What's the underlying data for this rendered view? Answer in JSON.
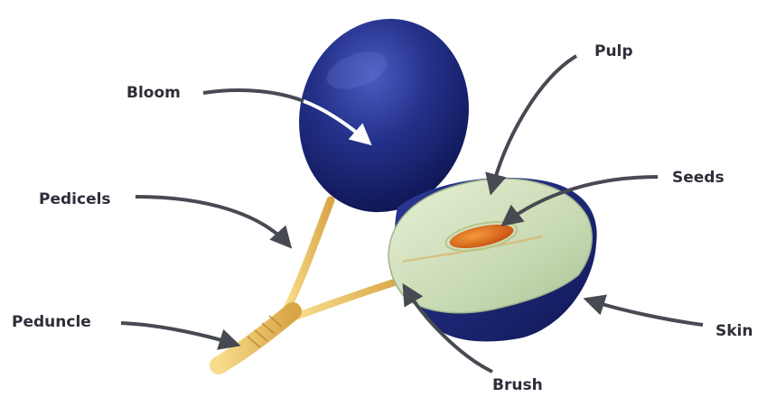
{
  "diagram": {
    "labels": {
      "bloom": "Bloom",
      "pedicels": "Pedicels",
      "peduncle": "Peduncle",
      "pulp": "Pulp",
      "seeds": "Seeds",
      "skin": "Skin",
      "brush": "Brush"
    },
    "colors": {
      "skin": "#1b2470",
      "skin_highlight": "#3d4fb0",
      "pulp": "#c9dcb5",
      "pulp_light": "#dfeccf",
      "seed": "#e0641a",
      "stem": "#f1c970",
      "stem_dark": "#b8862e",
      "arrow": "#474a52",
      "bloom_arrow": "#ffffff"
    }
  }
}
